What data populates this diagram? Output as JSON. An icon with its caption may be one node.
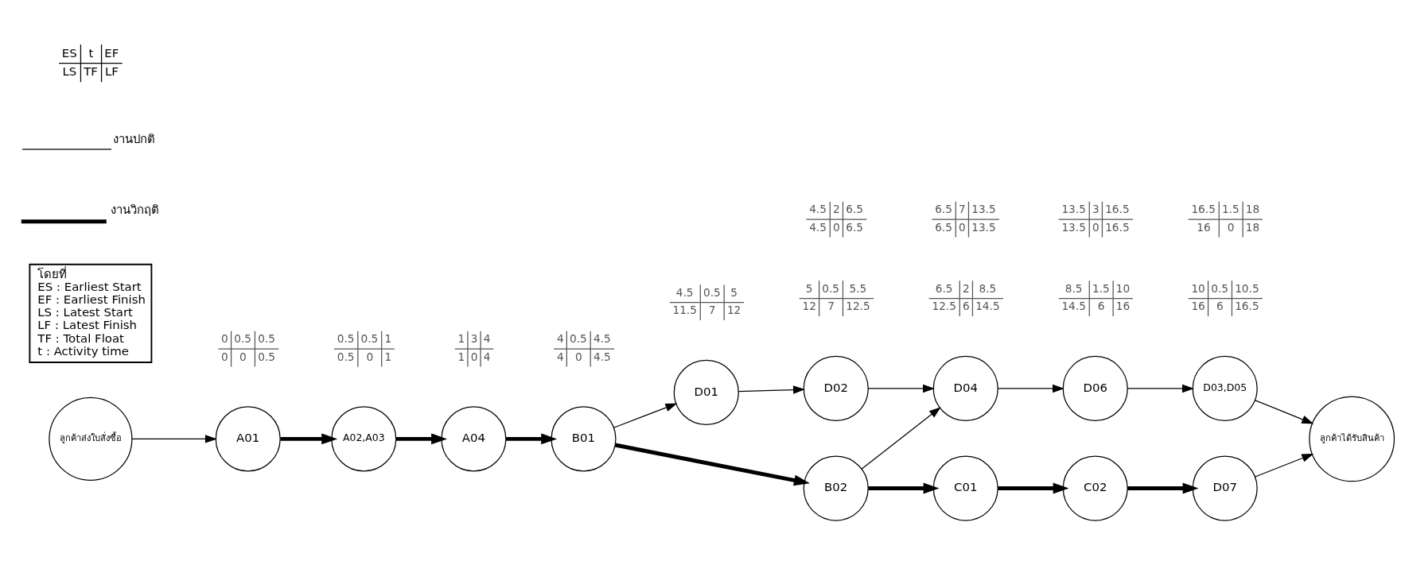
{
  "diagram": {
    "nodes": [
      {
        "text": [
          "ลูกค้าส่งใบสั่งซื้อ"
        ]
      },
      {
        "text": [
          "A01"
        ],
        "beside": [
          "0",
          "0.5",
          "0.5",
          "0",
          "0",
          "0.5"
        ]
      },
      {
        "text": [
          "A02,A03"
        ],
        "beside": [
          "0.5",
          "0.5",
          "1",
          "0.5",
          "0",
          "1"
        ]
      },
      {
        "text": [
          "A04"
        ],
        "beside": [
          "1",
          "3",
          "4",
          "1",
          "0",
          "4"
        ]
      },
      {
        "text": [
          "B01"
        ],
        "beside": [
          "4",
          "0.5",
          "4.5",
          "4",
          "0",
          "4.5"
        ]
      },
      {
        "text": [
          "D01"
        ],
        "beside": [
          "4.5",
          "0.5",
          "5",
          "11.5",
          "7",
          "12"
        ]
      },
      {
        "text": [
          "D02"
        ],
        "beside": [
          "5",
          "0.5",
          "5.5",
          "12",
          "7",
          "12.5"
        ]
      },
      {
        "text": [
          "D04"
        ],
        "beside": [
          "6.5",
          "2",
          "8.5",
          "12.5",
          "6",
          "14.5"
        ]
      },
      {
        "text": [
          "D06"
        ],
        "beside": [
          "8.5",
          "1.5",
          "10",
          "14.5",
          "6",
          "16"
        ]
      },
      {
        "text": [
          "D03,D05"
        ],
        "beside": [
          "10",
          "0.5",
          "10.5",
          "16",
          "6",
          "16.5"
        ]
      },
      {
        "text": [
          "B02"
        ],
        "beside": [
          "4.5",
          "2",
          "6.5",
          "4.5",
          "0",
          "6.5"
        ]
      },
      {
        "text": [
          "C01"
        ],
        "beside": [
          "6.5",
          "7",
          "13.5",
          "6.5",
          "0",
          "13.5"
        ]
      },
      {
        "text": [
          "C02"
        ],
        "beside": [
          "13.5",
          "3",
          "16.5",
          "13.5",
          "0",
          "16.5"
        ]
      },
      {
        "text": [
          "D07"
        ],
        "beside": [
          "16.5",
          "1.5",
          "18",
          "16",
          "0",
          "18"
        ]
      },
      {
        "text": [
          "ลูกค้าได้รับสินค้า"
        ]
      },
      {
        "text": [
          "โดยที่",
          "ES : Earliest Start",
          "EF : Earliest Finish",
          "LS : Latest Start",
          "LF : Latest Finish",
          "TF : Total Float",
          "t : Activity time"
        ]
      }
    ],
    "edges": [
      {
        "from": 0,
        "to": 1,
        "arrow": "to"
      },
      {
        "from": 1,
        "to": 2,
        "arrow": "to",
        "style": "thick"
      },
      {
        "from": 2,
        "to": 3,
        "arrow": "to",
        "style": "thick"
      },
      {
        "from": 3,
        "to": 4,
        "arrow": "to",
        "style": "thick"
      },
      {
        "from": 4,
        "to": 5,
        "arrow": "to"
      },
      {
        "from": 5,
        "to": 6,
        "arrow": "to"
      },
      {
        "from": 6,
        "to": 7,
        "arrow": "to"
      },
      {
        "from": 7,
        "to": 8,
        "arrow": "to"
      },
      {
        "from": 8,
        "to": 9,
        "arrow": "to"
      },
      {
        "from": 4,
        "to": 10,
        "arrow": "to",
        "style": "thick"
      },
      {
        "from": 10,
        "to": 7,
        "arrow": "to"
      },
      {
        "from": 10,
        "to": 11,
        "arrow": "to",
        "style": "thick"
      },
      {
        "from": 11,
        "to": 12,
        "arrow": "to",
        "style": "thick"
      },
      {
        "from": 12,
        "to": 13,
        "arrow": "to",
        "style": "thick"
      },
      {
        "from": 9,
        "to": 14,
        "arrow": "to"
      },
      {
        "from": 13,
        "to": 14,
        "arrow": "to"
      }
    ],
    "labels": [
      "ES",
      "t",
      "EF",
      "LS",
      "TF",
      "LF"
    ],
    "legend": [
      {
        "text": "งานปกติ"
      },
      {
        "text": "งานวิกฤติ"
      }
    ]
  }
}
